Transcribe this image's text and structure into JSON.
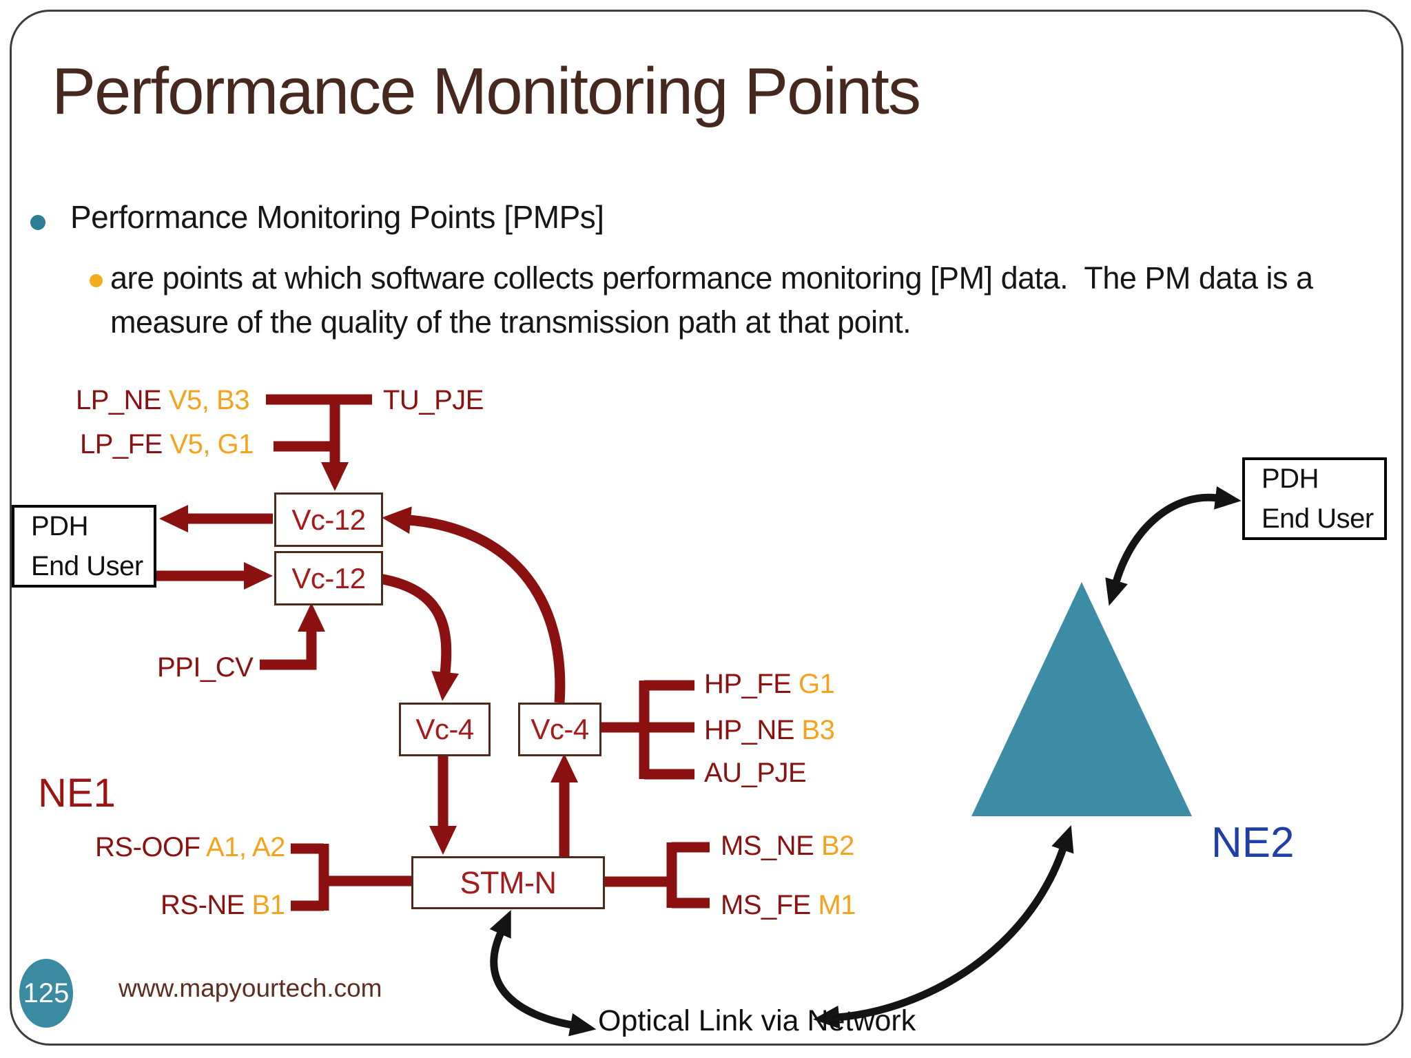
{
  "slide": {
    "title": "Performance Monitoring Points",
    "bullet": "Performance Monitoring Points [PMPs]",
    "sub_bullet": "are points at which software collects performance monitoring [PM] data.  The PM data is a measure of the quality of the transmission path at that point."
  },
  "diagram": {
    "ne1_title": "NE1",
    "ne2_title": "NE2",
    "boxes": {
      "vc12_top": "Vc-12",
      "vc12_bottom": "Vc-12",
      "vc4_left": "Vc-4",
      "vc4_right": "Vc-4",
      "stm": "STM-N"
    },
    "pdh_left": {
      "line1": "PDH",
      "line2": "End User"
    },
    "pdh_right": {
      "line1": "PDH",
      "line2": "End User"
    },
    "labels": {
      "lp_ne": {
        "text": "LP_NE ",
        "codes": "V5, B3"
      },
      "lp_fe": {
        "text": "LP_FE ",
        "codes": "V5, G1"
      },
      "tu_pje": {
        "text": "TU_PJE",
        "codes": ""
      },
      "ppi_cv": {
        "text": "PPI_CV",
        "codes": ""
      },
      "hp_fe": {
        "text": "HP_FE ",
        "codes": "G1"
      },
      "hp_ne": {
        "text": "HP_NE ",
        "codes": "B3"
      },
      "au_pje": {
        "text": "AU_PJE",
        "codes": ""
      },
      "rs_oof": {
        "text": "RS-OOF ",
        "codes": "A1, A2"
      },
      "rs_ne": {
        "text": "RS-NE ",
        "codes": "B1"
      },
      "ms_ne": {
        "text": "MS_NE ",
        "codes": "B2"
      },
      "ms_fe": {
        "text": "MS_FE ",
        "codes": "M1"
      }
    },
    "optical_link": "Optical Link via Network"
  },
  "footer": {
    "page_number": "125",
    "website": "www.mapyourtech.com"
  },
  "theme": {
    "dark_red": "#8B1111",
    "box_text_red": "#A51A1A",
    "orange": "#F5A31C",
    "title_brown": "#46281E",
    "teal_triangle": "#3C8CA6",
    "teal_circle": "#3A8BA2",
    "teal_bullet": "#2E7E95",
    "gold_bullet": "#F0AD1E",
    "ne2_blue": "#1F3FA6",
    "footer_brown": "#5C2D20",
    "black": "#141414"
  }
}
